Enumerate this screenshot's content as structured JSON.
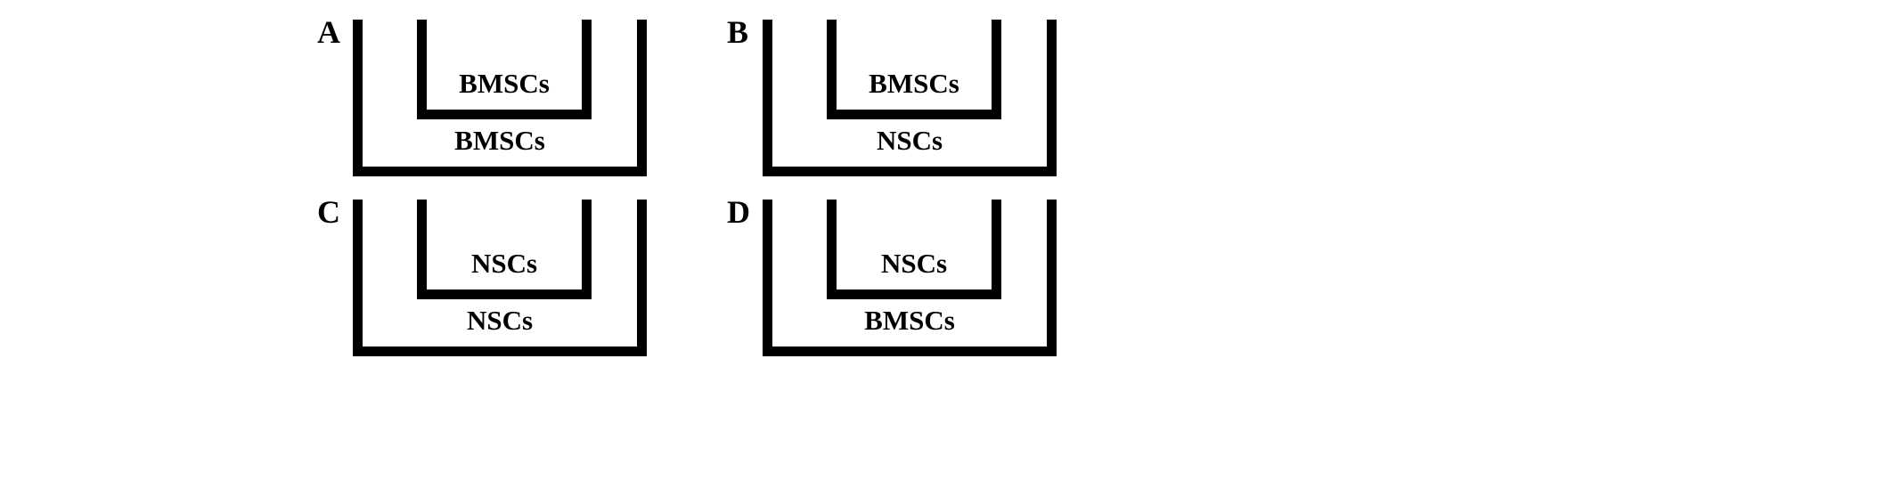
{
  "figure": {
    "background_color": "#ffffff",
    "stroke_color": "#000000",
    "layout": "2x2 grid of transwell co-culture schematics"
  },
  "panels": [
    {
      "letter": "A",
      "inner_chamber_label": "BMSCs",
      "outer_chamber_label": "BMSCs"
    },
    {
      "letter": "B",
      "inner_chamber_label": "BMSCs",
      "outer_chamber_label": "NSCs"
    },
    {
      "letter": "C",
      "inner_chamber_label": "NSCs",
      "outer_chamber_label": "NSCs"
    },
    {
      "letter": "D",
      "inner_chamber_label": "NSCs",
      "outer_chamber_label": "BMSCs"
    }
  ]
}
